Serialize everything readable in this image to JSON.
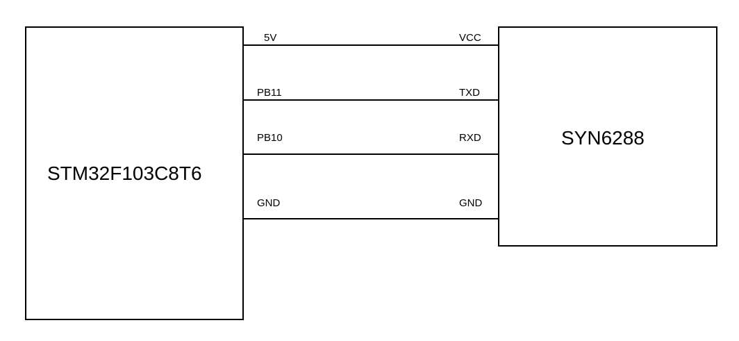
{
  "left_block": {
    "label": "STM32F103C8T6"
  },
  "right_block": {
    "label": "SYN6288"
  },
  "connections": [
    {
      "left_pin": "5V",
      "right_pin": "VCC"
    },
    {
      "left_pin": "PB11",
      "right_pin": "TXD"
    },
    {
      "left_pin": "PB10",
      "right_pin": "RXD"
    },
    {
      "left_pin": "GND",
      "right_pin": "GND"
    }
  ]
}
